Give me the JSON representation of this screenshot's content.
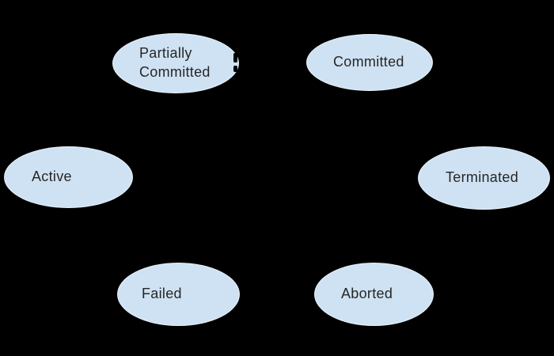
{
  "diagram": {
    "type": "transaction-state-diagram",
    "background_color": "#000000",
    "node_fill_color": "#cfe2f3",
    "node_rim_color": "#f0f6fc",
    "node_text_color": "#262626",
    "nodes": [
      {
        "id": "partially_committed",
        "label": "Partially Committed"
      },
      {
        "id": "committed",
        "label": "Committed"
      },
      {
        "id": "active",
        "label": "Active"
      },
      {
        "id": "terminated",
        "label": "Terminated"
      },
      {
        "id": "failed",
        "label": "Failed"
      },
      {
        "id": "aborted",
        "label": "Aborted"
      }
    ]
  }
}
